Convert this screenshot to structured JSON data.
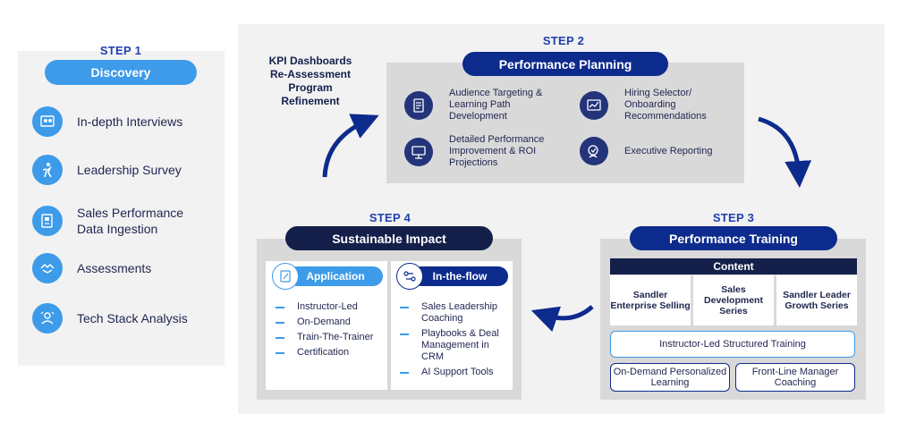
{
  "step1": {
    "label": "STEP 1",
    "title": "Discovery",
    "items": [
      {
        "text": "In-depth Interviews",
        "icon": "interview-icon"
      },
      {
        "text": "Leadership Survey",
        "icon": "leadership-icon"
      },
      {
        "text": "Sales Performance Data Ingestion",
        "icon": "data-ingestion-icon"
      },
      {
        "text": "Assessments",
        "icon": "assessment-icon"
      },
      {
        "text": "Tech Stack Analysis",
        "icon": "tech-stack-icon"
      }
    ]
  },
  "step2": {
    "label": "STEP 2",
    "title": "Performance Planning",
    "items": [
      {
        "text": "Audience Targeting & Learning Path Development",
        "icon": "document-icon"
      },
      {
        "text": "Hiring Selector/ Onboarding Recommendations",
        "icon": "chart-icon"
      },
      {
        "text": "Detailed Performance Improvement & ROI Projections",
        "icon": "presentation-icon"
      },
      {
        "text": "Executive Reporting",
        "icon": "executive-icon"
      }
    ]
  },
  "kpi": {
    "lines": [
      "KPI Dashboards",
      "Re-Assessment",
      "Program",
      "Refinement"
    ]
  },
  "step3": {
    "label": "STEP 3",
    "title": "Performance Training",
    "content_header": "Content",
    "columns": [
      "Sandler Enterprise Selling",
      "Sales Development Series",
      "Sandler Leader Growth Series"
    ],
    "instructor_led": "Instructor-Led Structured Training",
    "on_demand": "On-Demand Personalized Learning",
    "front_line": "Front-Line Manager Coaching"
  },
  "step4": {
    "label": "STEP 4",
    "title": "Sustainable Impact",
    "application": {
      "title": "Application",
      "icon": "application-icon",
      "items": [
        "Instructor-Led",
        "On-Demand",
        "Train-The-Trainer",
        "Certification"
      ]
    },
    "in_the_flow": {
      "title": "In-the-flow",
      "icon": "flow-icon",
      "items": [
        "Sales Leadership Coaching",
        "Playbooks & Deal Management in CRM",
        "AI Support Tools"
      ]
    }
  },
  "colors": {
    "light_blue": "#3d9be9",
    "royal_blue": "#0d2b8c",
    "navy": "#14204a",
    "panel_gray": "#f2f2f2",
    "box_gray": "#d9d9d9"
  }
}
